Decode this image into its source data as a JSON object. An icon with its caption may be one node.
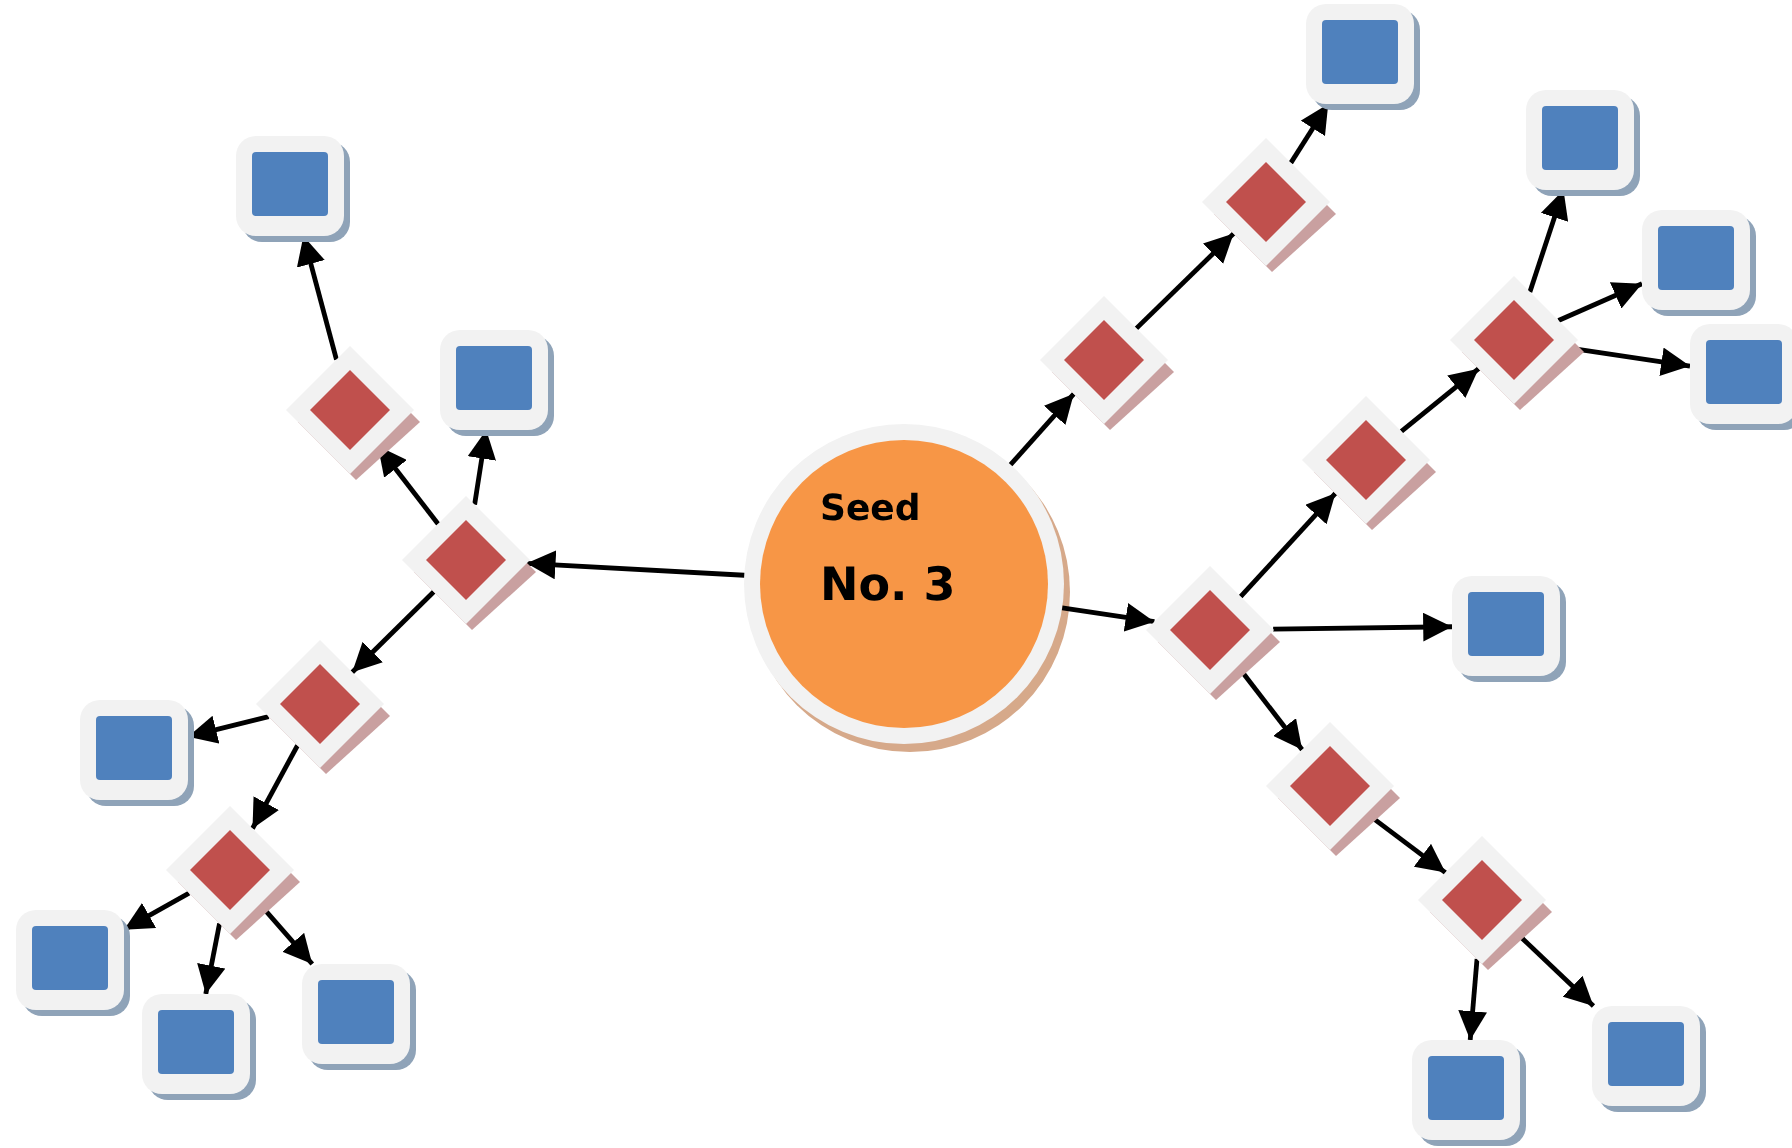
{
  "diagram": {
    "nodes": [
      {
        "text": [],
        "shape": "box"
      },
      {
        "text": [],
        "shape": "box"
      },
      {
        "text": [],
        "shape": "box"
      },
      {
        "text": [],
        "shape": "diamond"
      },
      {
        "text": [],
        "shape": "box"
      },
      {
        "text": [],
        "shape": "diamond"
      },
      {
        "text": [],
        "shape": "diamond"
      },
      {
        "text": [],
        "shape": "box"
      },
      {
        "text": [],
        "shape": "diamond"
      },
      {
        "text": [],
        "shape": "box"
      },
      {
        "text": [
          "Seed",
          "No. 3"
        ]
      },
      {
        "text": [],
        "shape": "diamond"
      },
      {
        "text": [],
        "shape": "diamond"
      },
      {
        "text": [],
        "shape": "diamond"
      },
      {
        "text": [],
        "shape": "diamond"
      },
      {
        "text": [],
        "shape": "box"
      },
      {
        "text": [],
        "shape": "diamond"
      },
      {
        "text": [],
        "shape": "box"
      },
      {
        "text": [],
        "shape": "diamond"
      },
      {
        "text": [],
        "shape": "box"
      },
      {
        "text": [],
        "shape": "diamond"
      },
      {
        "text": [],
        "shape": "box"
      },
      {
        "text": [],
        "shape": "box"
      },
      {
        "text": [],
        "shape": "box"
      },
      {
        "text": [],
        "shape": "box"
      }
    ],
    "edges": [
      {
        "from": 10,
        "to": 8,
        "arrow": "to"
      },
      {
        "from": 8,
        "to": 6,
        "arrow": "to"
      },
      {
        "from": 8,
        "to": 9,
        "arrow": "to"
      },
      {
        "from": 6,
        "to": 4,
        "arrow": "to"
      },
      {
        "from": 8,
        "to": 5,
        "arrow": "to"
      },
      {
        "from": 5,
        "to": 1,
        "arrow": "to"
      },
      {
        "from": 5,
        "to": 3,
        "arrow": "to"
      },
      {
        "from": 3,
        "to": 0,
        "arrow": "to"
      },
      {
        "from": 3,
        "to": 2,
        "arrow": "to"
      },
      {
        "from": 3,
        "to": 7,
        "arrow": "to"
      },
      {
        "from": 10,
        "to": 11,
        "arrow": "to"
      },
      {
        "from": 11,
        "to": 13,
        "arrow": "to"
      },
      {
        "from": 13,
        "to": 15,
        "arrow": "to"
      },
      {
        "from": 10,
        "to": 12,
        "arrow": "to"
      },
      {
        "from": 12,
        "to": 16,
        "arrow": "to"
      },
      {
        "from": 16,
        "to": 20,
        "arrow": "to"
      },
      {
        "from": 20,
        "to": 21,
        "arrow": "to"
      },
      {
        "from": 20,
        "to": 23,
        "arrow": "to"
      },
      {
        "from": 20,
        "to": 24,
        "arrow": "to"
      },
      {
        "from": 12,
        "to": 19,
        "arrow": "to"
      },
      {
        "from": 12,
        "to": 14,
        "arrow": "to"
      },
      {
        "from": 14,
        "to": 18,
        "arrow": "to"
      },
      {
        "from": 18,
        "to": 17,
        "arrow": "to"
      },
      {
        "from": 18,
        "to": 22,
        "arrow": "to"
      }
    ]
  }
}
